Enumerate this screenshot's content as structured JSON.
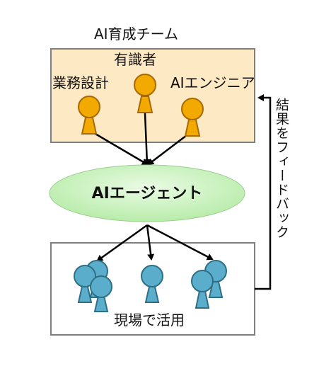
{
  "team": {
    "title": "AI育成チーム",
    "members": [
      {
        "label": "業務設計",
        "color": "#f2a900"
      },
      {
        "label": "有識者",
        "color": "#f2a900"
      },
      {
        "label": "AIエンジニア",
        "color": "#f2a900"
      }
    ],
    "box_color": "#fde9c3"
  },
  "agent": {
    "label": "AIエージェント",
    "color": "#c6f2b8"
  },
  "field": {
    "label": "現場で活用",
    "person_color": "#5baecb"
  },
  "feedback": {
    "label": "結果をフィードバック"
  }
}
